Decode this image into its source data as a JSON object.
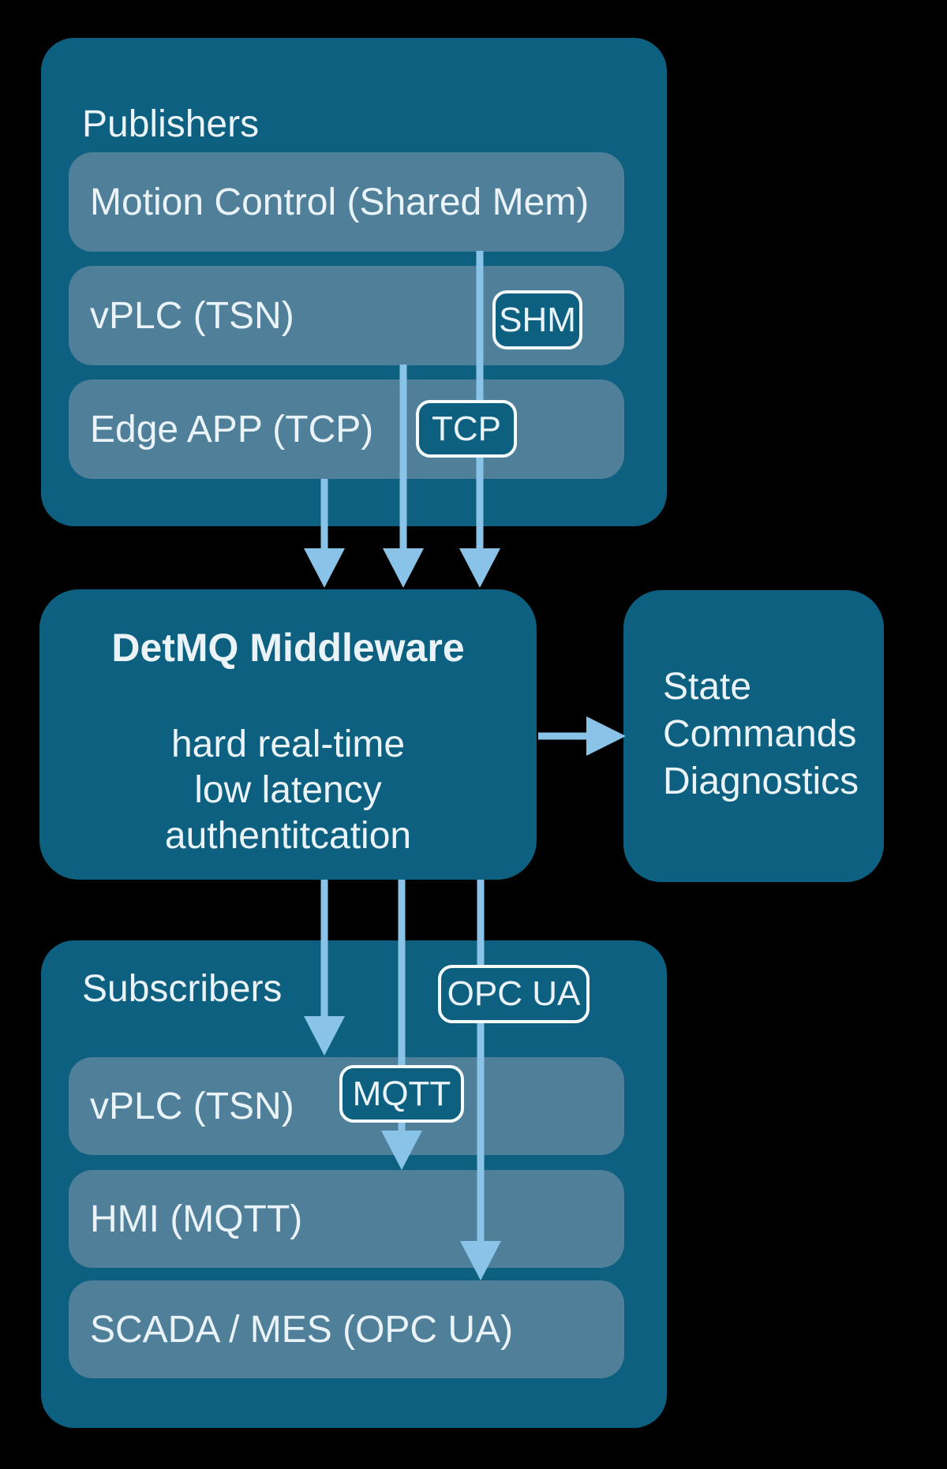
{
  "colors": {
    "background": "#000000",
    "box": "#0D6080",
    "row": "#4F7F99",
    "arrow": "#89C4E8",
    "text": "#EAF3F8",
    "badge_border": "#F5FAFC"
  },
  "publishers": {
    "title": "Publishers",
    "rows": [
      {
        "label": "Motion Control (Shared Mem)"
      },
      {
        "label": "vPLC (TSN)"
      },
      {
        "label": "Edge APP (TCP)"
      }
    ]
  },
  "badges": {
    "shm": "SHM",
    "tcp": "TCP",
    "mqtt": "MQTT",
    "opcua": "OPC UA"
  },
  "middleware": {
    "title": "DetMQ Middleware",
    "features": [
      "hard real-time",
      "low latency",
      "authentitcation"
    ]
  },
  "outputs": {
    "lines": [
      "State",
      "Commands",
      "Diagnostics"
    ]
  },
  "subscribers": {
    "title": "Subscribers",
    "rows": [
      {
        "label": "vPLC (TSN)"
      },
      {
        "label": "HMI (MQTT)"
      },
      {
        "label": "SCADA / MES (OPC UA)"
      }
    ]
  }
}
